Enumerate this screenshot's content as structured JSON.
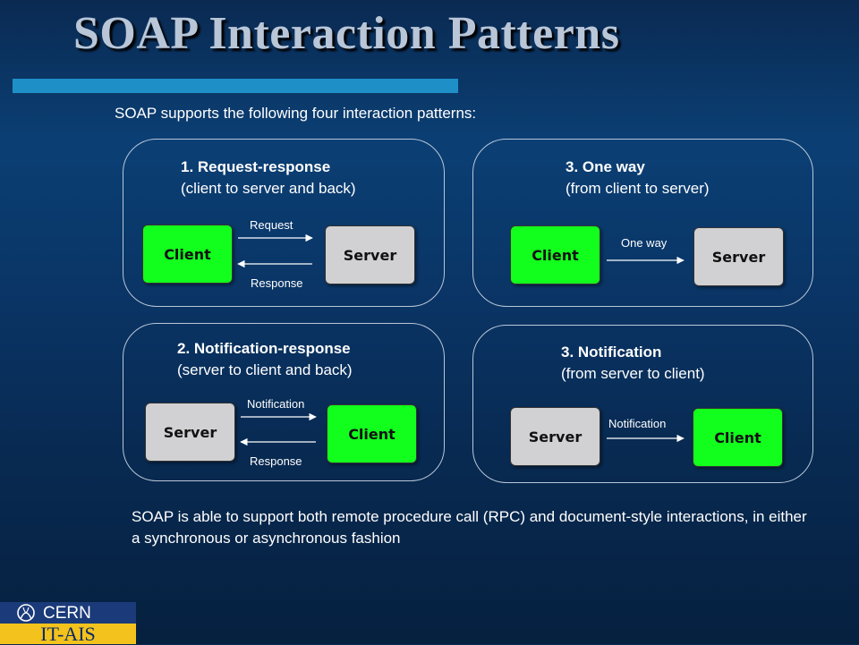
{
  "title": "SOAP Interaction Patterns",
  "intro": "SOAP supports the following four interaction patterns:",
  "panels": [
    {
      "title": "1. Request-response",
      "subtitle": "(client to server and back)",
      "box1": "Client",
      "box2": "Server",
      "arrow1": "Request",
      "arrow2": "Response"
    },
    {
      "title": "3. One way",
      "subtitle": "(from client to server)",
      "box1": "Client",
      "box2": "Server",
      "arrow1": "One way"
    },
    {
      "title": "2. Notification-response",
      "subtitle": "(server to client and back)",
      "box1": "Server",
      "box2": "Client",
      "arrow1": "Notification",
      "arrow2": "Response"
    },
    {
      "title": "3. Notification",
      "subtitle": "(from server to client)",
      "box1": "Server",
      "box2": "Client",
      "arrow1": "Notification"
    }
  ],
  "outro": "SOAP is able to support both remote procedure call (RPC) and document-style interactions, in either a synchronous or asynchronous fashion",
  "footer": {
    "org": "CERN",
    "dept": "IT-AIS"
  },
  "colors": {
    "client": "#12ff1e",
    "server": "#d1d1d3",
    "accent_bar": "#1f8fc8",
    "footer_yellow": "#f3c21c"
  }
}
